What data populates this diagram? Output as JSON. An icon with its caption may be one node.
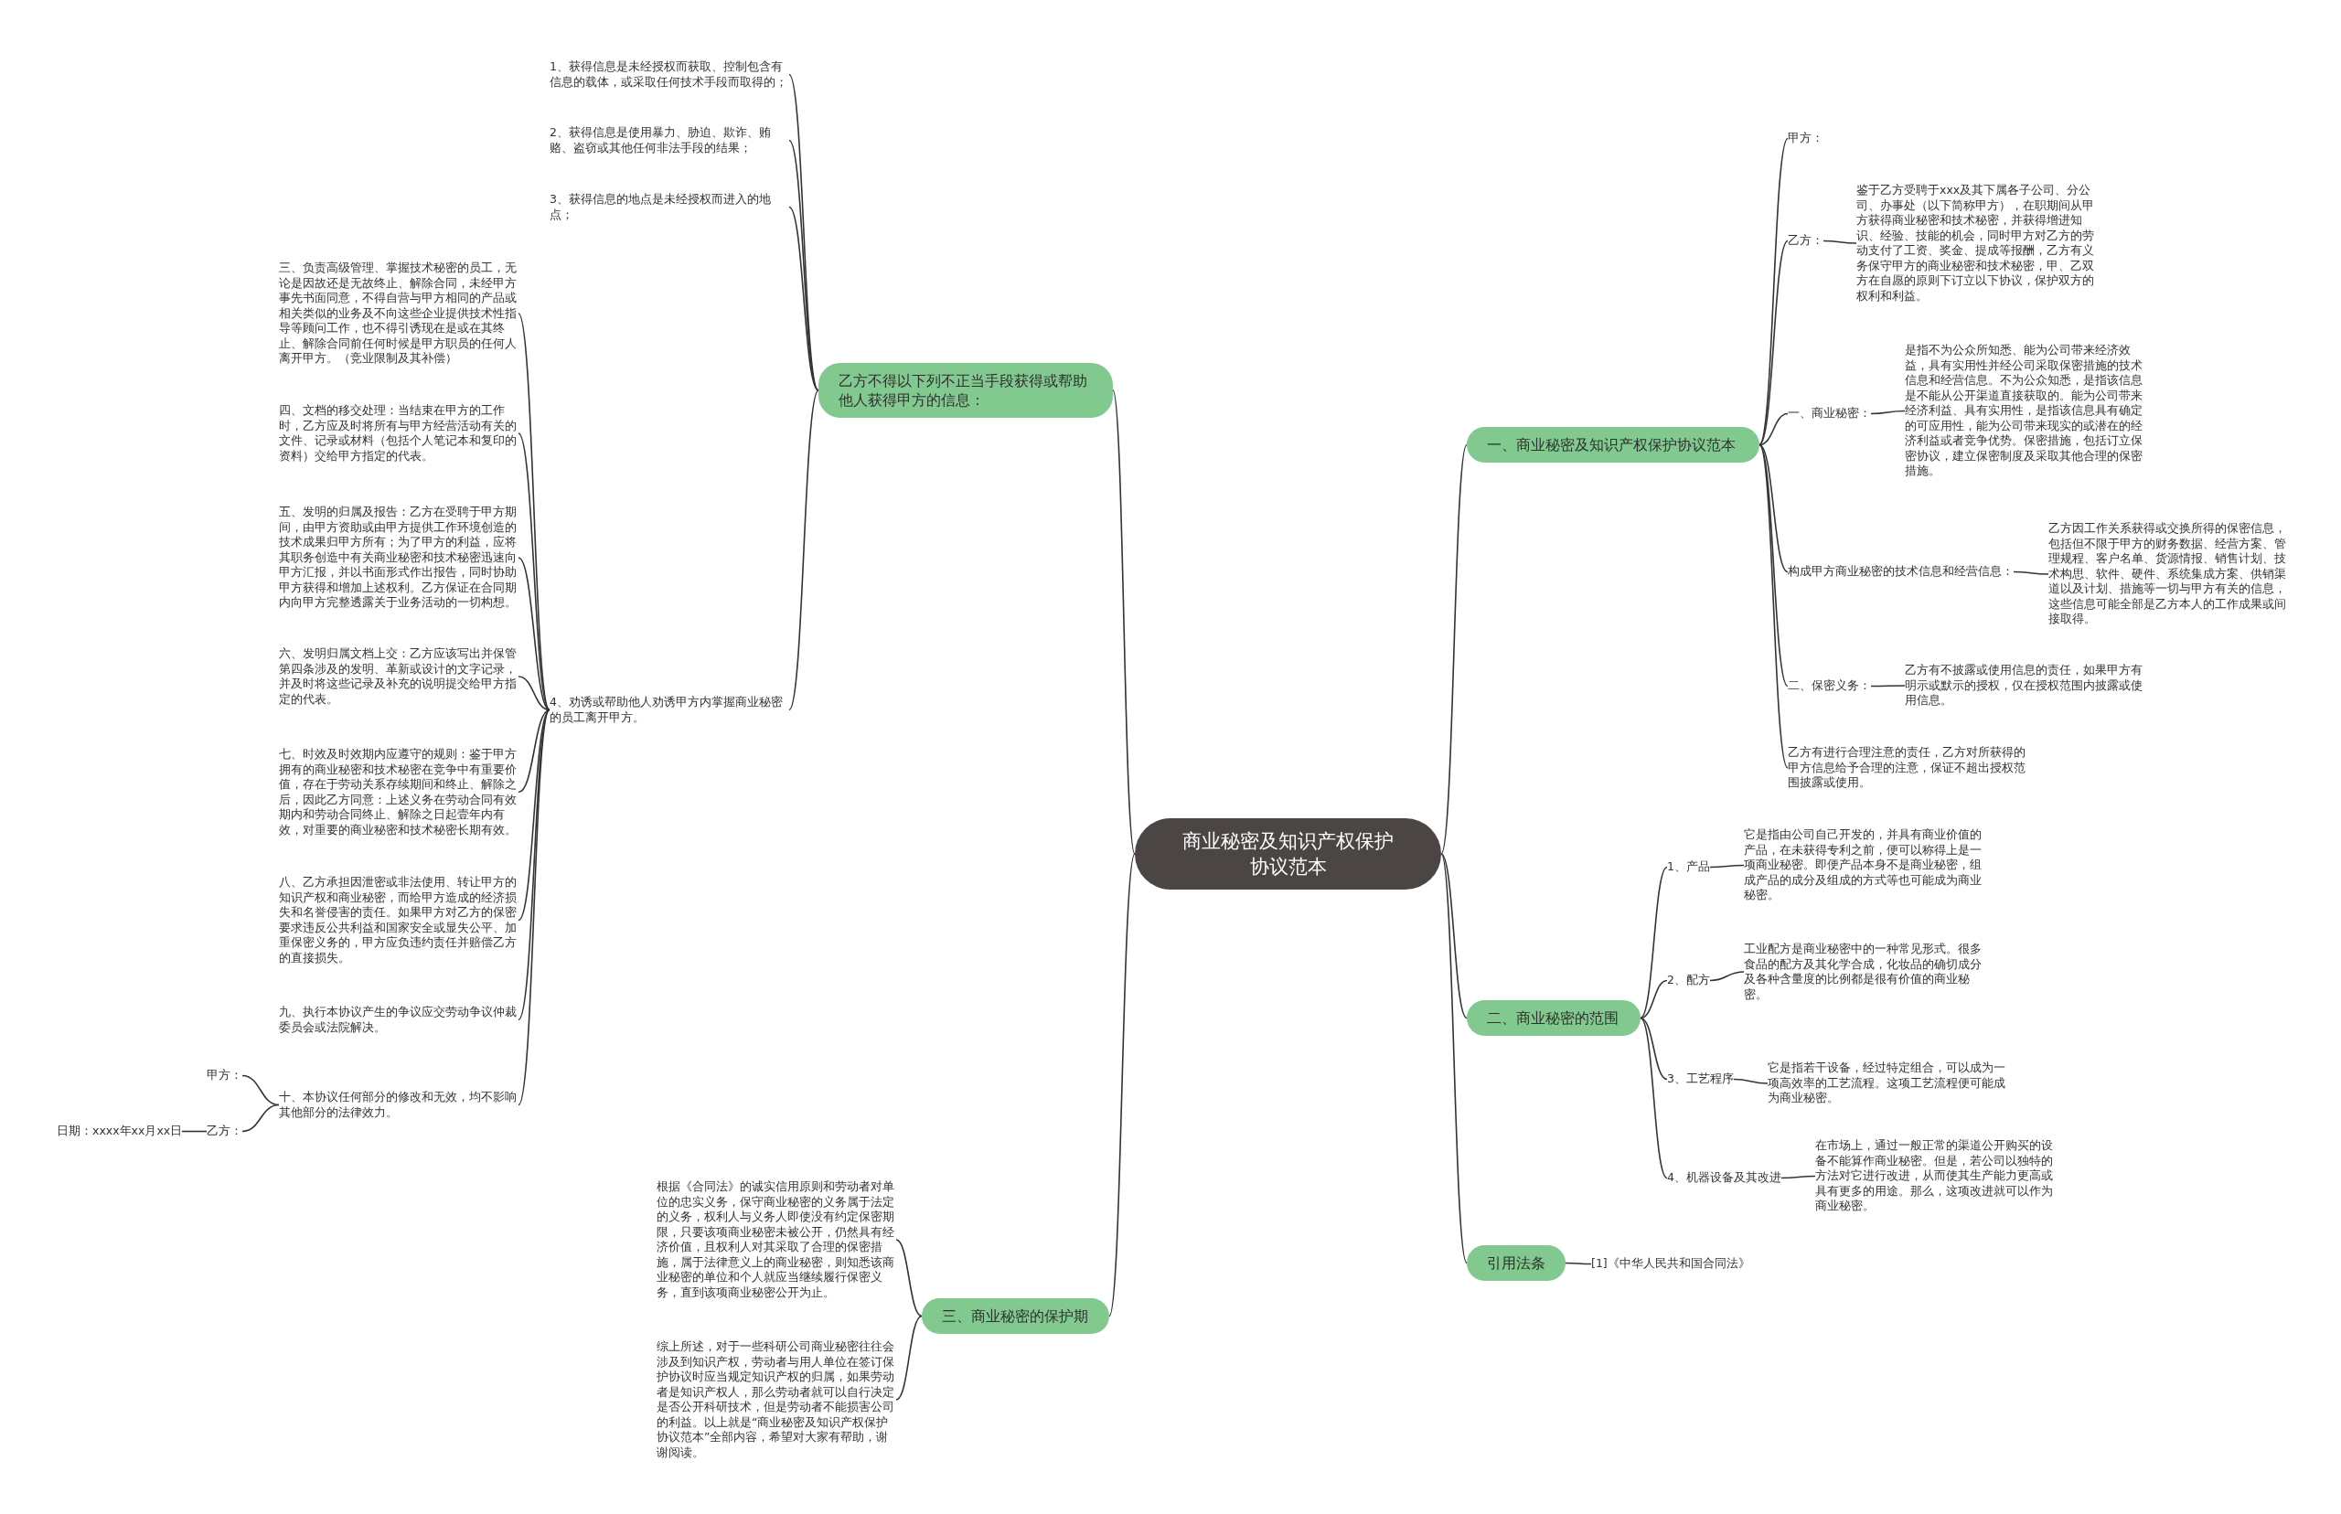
{
  "diagram": {
    "nodes": [
      {
        "text": [
          "商业秘密及知识产权保护协议范本"
        ]
      },
      {
        "text": [
          "乙方不得以下列不正当手段获得或帮助他人获得甲方的信息："
        ]
      },
      {
        "text": [
          "1、获得信息是未经授权而获取、控制包含有信息的载体，或采取任何技术手段而取得的；"
        ]
      },
      {
        "text": [
          "2、获得信息是使用暴力、胁迫、欺诈、贿赂、盗窃或其他任何非法手段的结果；"
        ]
      },
      {
        "text": [
          "3、获得信息的地点是未经授权而进入的地点；"
        ]
      },
      {
        "text": [
          "4、劝诱或帮助他人劝诱甲方内掌握商业秘密的员工离开甲方。"
        ]
      },
      {
        "text": [
          "三、负责高级管理、掌握技术秘密的员工，无论是因故还是无故终止、解除合同，未经甲方事先书面同意，不得自营与甲方相同的产品或相关类似的业务及不向这些企业提供技术性指导等顾问工作，也不得引诱现在是或在其终止、解除合同前任何时候是甲方职员的任何人离开甲方。（竞业限制及其补偿）"
        ]
      },
      {
        "text": [
          "四、文档的移交处理：当结束在甲方的工作时，乙方应及时将所有与甲方经营活动有关的文件、记录或材料（包括个人笔记本和复印的资料）交给甲方指定的代表。"
        ]
      },
      {
        "text": [
          "五、发明的归属及报告：乙方在受聘于甲方期间，由甲方资助或由甲方提供工作环境创造的技术成果归甲方所有；为了甲方的利益，应将其职务创造中有关商业秘密和技术秘密迅速向甲方汇报，并以书面形式作出报告，同时协助甲方获得和增加上述权利。乙方保证在合同期内向甲方完整透露关于业务活动的一切构想。"
        ]
      },
      {
        "text": [
          "六、发明归属文档上交：乙方应该写出并保管第四条涉及的发明、革新或设计的文字记录，并及时将这些记录及补充的说明提交给甲方指定的代表。"
        ]
      },
      {
        "text": [
          "七、时效及时效期内应遵守的规则：鉴于甲方拥有的商业秘密和技术秘密在竞争中有重要价值，存在于劳动关系存续期间和终止、解除之后，因此乙方同意：上述义务在劳动合同有效期内和劳动合同终止、解除之日起壹年内有效，对重要的商业秘密和技术秘密长期有效。"
        ]
      },
      {
        "text": [
          "八、乙方承担因泄密或非法使用、转让甲方的知识产权和商业秘密，而给甲方造成的经济损失和名誉侵害的责任。如果甲方对乙方的保密要求违反公共利益和国家安全或显失公平、加重保密义务的，甲方应负违约责任并赔偿乙方的直接损失。"
        ]
      },
      {
        "text": [
          "九、执行本协议产生的争议应交劳动争议仲裁委员会或法院解决。"
        ]
      },
      {
        "text": [
          "十、本协议任何部分的修改和无效，均不影响其他部分的法律效力。"
        ]
      },
      {
        "text": [
          "甲方："
        ]
      },
      {
        "text": [
          "乙方："
        ]
      },
      {
        "text": [
          "日期：xxxx年xx月xx日"
        ]
      },
      {
        "text": [
          "一、商业秘密及知识产权保护协议范本"
        ]
      },
      {
        "text": [
          "甲方："
        ]
      },
      {
        "text": [
          "乙方："
        ]
      },
      {
        "text": [
          "鉴于乙方受聘于xxx及其下属各子公司、分公司、办事处（以下简称甲方），在职期间从甲方获得商业秘密和技术秘密，并获得增进知识、经验、技能的机会，同时甲方对乙方的劳动支付了工资、奖金、提成等报酬，乙方有义务保守甲方的商业秘密和技术秘密，甲、乙双方在自愿的原则下订立以下协议，保护双方的权利和利益。"
        ]
      },
      {
        "text": [
          "一、商业秘密："
        ]
      },
      {
        "text": [
          "是指不为公众所知悉、能为公司带来经济效益，具有实用性并经公司采取保密措施的技术信息和经营信息。不为公众知悉，是指该信息是不能从公开渠道直接获取的。能为公司带来经济利益、具有实用性，是指该信息具有确定的可应用性，能为公司带来现实的或潜在的经济利益或者竞争优势。保密措施，包括订立保密协议，建立保密制度及采取其他合理的保密措施。"
        ]
      },
      {
        "text": [
          "构成甲方商业秘密的技术信息和经营信息："
        ]
      },
      {
        "text": [
          "乙方因工作关系获得或交换所得的保密信息，包括但不限于甲方的财务数据、经营方案、管理规程、客户名单、货源情报、销售计划、技术构思、软件、硬件、系统集成方案、供销渠道以及计划、措施等一切与甲方有关的信息，这些信息可能全部是乙方本人的工作成果或间接取得。"
        ]
      },
      {
        "text": [
          "二、保密义务："
        ]
      },
      {
        "text": [
          "乙方有不披露或使用信息的责任，如果甲方有明示或默示的授权，仅在授权范围内披露或使用信息。"
        ]
      },
      {
        "text": [
          "乙方有进行合理注意的责任，乙方对所获得的甲方信息给予合理的注意，保证不超出授权范围披露或使用。"
        ]
      },
      {
        "text": [
          "二、商业秘密的范围"
        ]
      },
      {
        "text": [
          "1、产品"
        ]
      },
      {
        "text": [
          "它是指由公司自己开发的，并具有商业价值的产品，在未获得专利之前，便可以称得上是一项商业秘密。即便产品本身不是商业秘密，组成产品的成分及组成的方式等也可能成为商业秘密。"
        ]
      },
      {
        "text": [
          "2、配方"
        ]
      },
      {
        "text": [
          "工业配方是商业秘密中的一种常见形式。很多食品的配方及其化学合成，化妆品的确切成分及各种含量度的比例都是很有价值的商业秘密。"
        ]
      },
      {
        "text": [
          "3、工艺程序"
        ]
      },
      {
        "text": [
          "它是指若干设备，经过特定组合，可以成为一项高效率的工艺流程。这项工艺流程便可能成为商业秘密。"
        ]
      },
      {
        "text": [
          "4、机器设备及其改进"
        ]
      },
      {
        "text": [
          "在市场上，通过一般正常的渠道公开购买的设备不能算作商业秘密。但是，若公司以独特的方法对它进行改进，从而使其生产能力更高或具有更多的用途。那么，这项改进就可以作为商业秘密。"
        ]
      },
      {
        "text": [
          "引用法条"
        ]
      },
      {
        "text": [
          "[1]《中华人民共和国合同法》"
        ]
      },
      {
        "text": [
          "三、商业秘密的保护期"
        ]
      },
      {
        "text": [
          "根据《合同法》的诚实信用原则和劳动者对单位的忠实义务，保守商业秘密的义务属于法定的义务，权利人与义务人即使没有约定保密期限，只要该项商业秘密未被公开，仍然具有经济价值，且权利人对其采取了合理的保密措施，属于法律意义上的商业秘密，则知悉该商业秘密的单位和个人就应当继续履行保密义务，直到该项商业秘密公开为止。"
        ]
      },
      {
        "text": [
          "综上所述，对于一些科研公司商业秘密往往会涉及到知识产权，劳动者与用人单位在签订保护协议时应当规定知识产权的归属，如果劳动者是知识产权人，那么劳动者就可以自行决定是否公开科研技术，但是劳动者不能损害公司的利益。以上就是“商业秘密及知识产权保护协议范本”全部内容，希望对大家有帮助，谢谢阅读。"
        ]
      }
    ],
    "edges": [
      {
        "from": 0,
        "to": 1,
        "arrow": "none"
      },
      {
        "from": 1,
        "to": 2,
        "arrow": "none"
      },
      {
        "from": 1,
        "to": 3,
        "arrow": "none"
      },
      {
        "from": 1,
        "to": 4,
        "arrow": "none"
      },
      {
        "from": 1,
        "to": 5,
        "arrow": "none"
      },
      {
        "from": 5,
        "to": 6,
        "arrow": "none"
      },
      {
        "from": 5,
        "to": 7,
        "arrow": "none"
      },
      {
        "from": 5,
        "to": 8,
        "arrow": "none"
      },
      {
        "from": 5,
        "to": 9,
        "arrow": "none"
      },
      {
        "from": 5,
        "to": 10,
        "arrow": "none"
      },
      {
        "from": 5,
        "to": 11,
        "arrow": "none"
      },
      {
        "from": 5,
        "to": 12,
        "arrow": "none"
      },
      {
        "from": 5,
        "to": 13,
        "arrow": "none"
      },
      {
        "from": 13,
        "to": 14,
        "arrow": "none"
      },
      {
        "from": 13,
        "to": 15,
        "arrow": "none"
      },
      {
        "from": 15,
        "to": 16,
        "arrow": "none"
      },
      {
        "from": 0,
        "to": 17,
        "arrow": "none"
      },
      {
        "from": 17,
        "to": 18,
        "arrow": "none"
      },
      {
        "from": 17,
        "to": 19,
        "arrow": "none"
      },
      {
        "from": 19,
        "to": 20,
        "arrow": "none"
      },
      {
        "from": 17,
        "to": 21,
        "arrow": "none"
      },
      {
        "from": 21,
        "to": 22,
        "arrow": "none"
      },
      {
        "from": 17,
        "to": 23,
        "arrow": "none"
      },
      {
        "from": 23,
        "to": 24,
        "arrow": "none"
      },
      {
        "from": 17,
        "to": 25,
        "arrow": "none"
      },
      {
        "from": 25,
        "to": 26,
        "arrow": "none"
      },
      {
        "from": 17,
        "to": 27,
        "arrow": "none"
      },
      {
        "from": 0,
        "to": 28,
        "arrow": "none"
      },
      {
        "from": 28,
        "to": 29,
        "arrow": "none"
      },
      {
        "from": 29,
        "to": 30,
        "arrow": "none"
      },
      {
        "from": 28,
        "to": 31,
        "arrow": "none"
      },
      {
        "from": 31,
        "to": 32,
        "arrow": "none"
      },
      {
        "from": 28,
        "to": 33,
        "arrow": "none"
      },
      {
        "from": 33,
        "to": 34,
        "arrow": "none"
      },
      {
        "from": 28,
        "to": 35,
        "arrow": "none"
      },
      {
        "from": 35,
        "to": 36,
        "arrow": "none"
      },
      {
        "from": 0,
        "to": 37,
        "arrow": "none"
      },
      {
        "from": 37,
        "to": 38,
        "arrow": "none"
      },
      {
        "from": 0,
        "to": 39,
        "arrow": "none"
      },
      {
        "from": 39,
        "to": 40,
        "arrow": "none"
      },
      {
        "from": 39,
        "to": 41,
        "arrow": "none"
      }
    ]
  }
}
